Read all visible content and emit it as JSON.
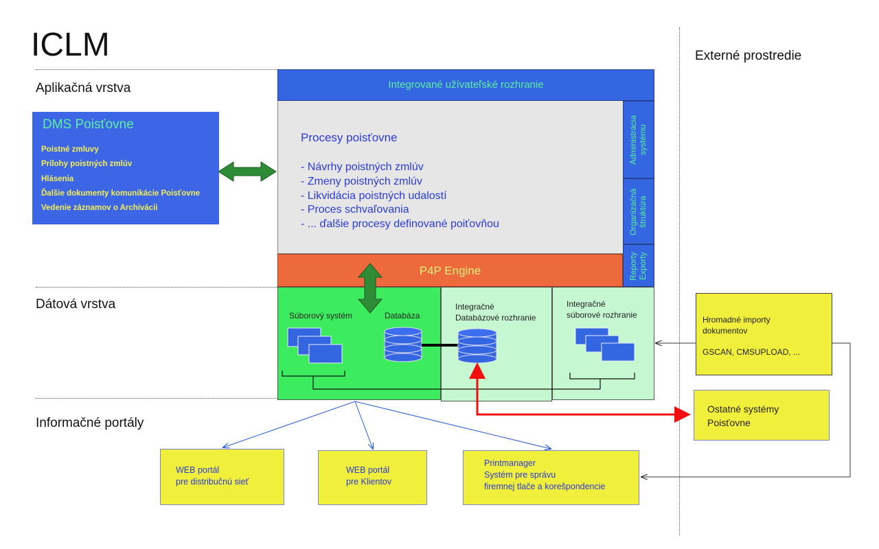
{
  "title": "ICLM",
  "layers": {
    "application": "Aplikačná vrstva",
    "data": "Dátová vrstva",
    "portals": "Informačné portály",
    "external": "Externé prostredie"
  },
  "dms": {
    "title": "DMS Poisťovne",
    "items": [
      "Poistné zmluvy",
      "Prílohy poistných zmlúv",
      "Hlásenia",
      "Ďalšie dokumenty komunikácie Poisťovne",
      "Vedenie záznamov o Archivácii"
    ]
  },
  "ui_bar": "Integrované užívateľské rozhranie",
  "processes": {
    "title": "Procesy poisťovne",
    "items": [
      "- Návrhy poistných zmlúv",
      "- Zmeny poistných zmlúv",
      "- Likvidácia poistných udalostí",
      "- Proces schvaľovania",
      "- ... ďalšie procesy definované poiťovňou"
    ]
  },
  "side_tabs": {
    "admin": [
      "Administrácia",
      "systému"
    ],
    "org": [
      "Organizačná",
      "štruktúra"
    ],
    "reports": [
      "Reporty",
      "Exporty"
    ]
  },
  "engine": "P4P Engine",
  "data_layer": {
    "file_system": "Súborový systém",
    "database": "Databáza",
    "int_db": [
      "Integračné",
      "Databázové rozhranie"
    ],
    "int_file": [
      "Integračné",
      "súborové rozhranie"
    ]
  },
  "external": {
    "imports": [
      "Hromadné importy",
      "dokumentov"
    ],
    "imports_tools": "GSCAN, CMSUPLOAD, ...",
    "other_systems": [
      "Ostatné systémy",
      "Poisťovne"
    ]
  },
  "portals": {
    "web_dist": [
      "WEB portál",
      "pre distribučnú sieť"
    ],
    "web_clients": [
      "WEB portál",
      "pre Klientov"
    ],
    "print": [
      "Printmanager",
      "Systém pre správu",
      "firemnej tlače a korešpondencie"
    ]
  },
  "colors": {
    "ui_bar": "#3366e0",
    "process_bg": "#e6e6e6",
    "engine": "#ed6a3d",
    "dms": "#3d66e6",
    "green": "#3dec5e",
    "light_green": "#c5f7d0",
    "yellow": "#f0ef3c",
    "arrow_green": "#2e8b36",
    "red": "#f01010"
  }
}
